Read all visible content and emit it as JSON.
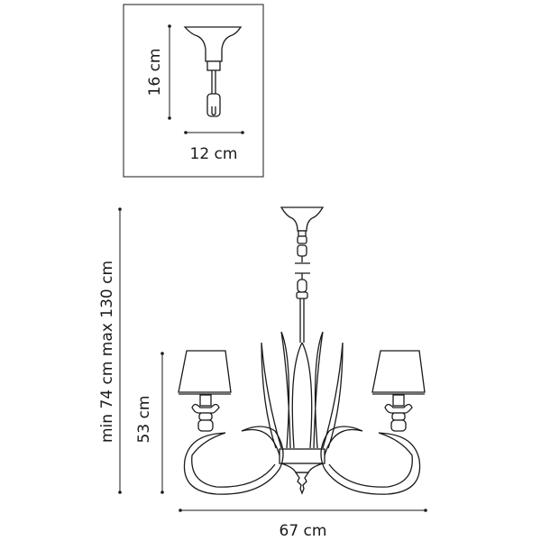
{
  "inset": {
    "height_label": "16 cm",
    "width_label": "12 cm"
  },
  "main": {
    "total_height_label": "min 74 cm max 130 cm",
    "body_height_label": "53 cm",
    "width_label": "67 cm"
  }
}
